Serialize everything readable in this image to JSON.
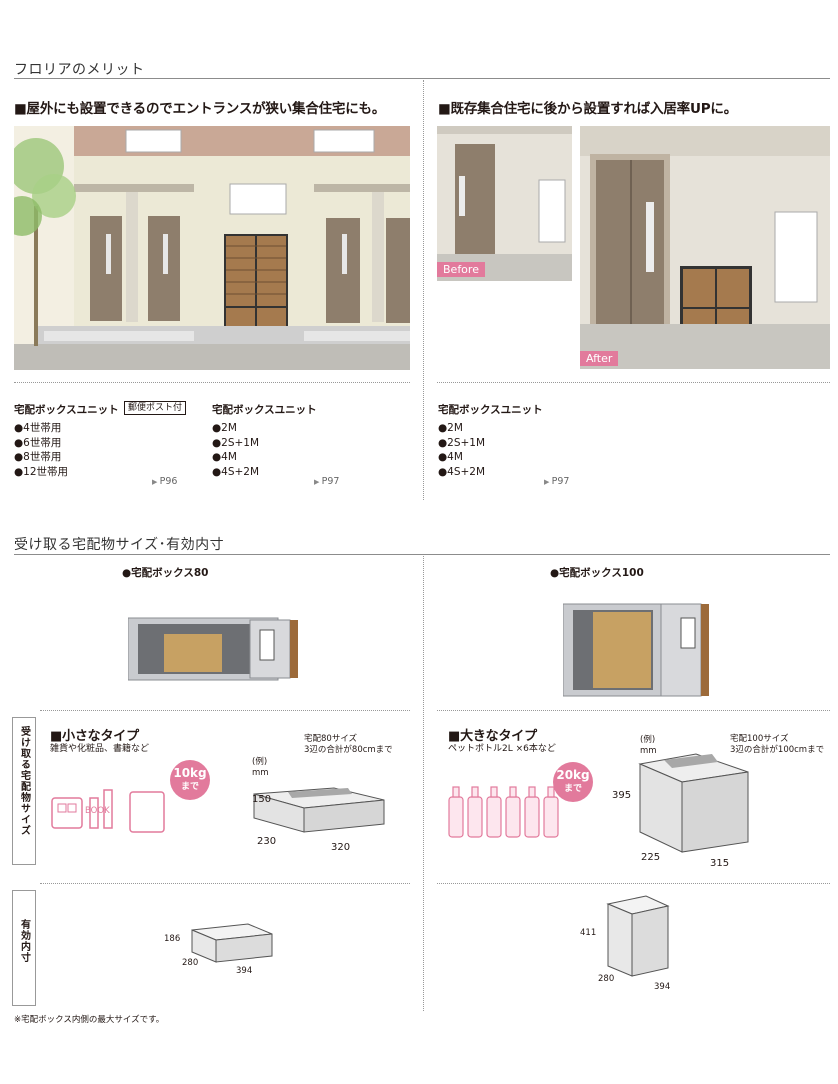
{
  "merit": {
    "title": "フロリアのメリット",
    "left_headline": "■屋外にも設置できるのでエントランスが狭い集合住宅にも。",
    "right_headline": "■既存集合住宅に後から設置すれば入居率UPに。",
    "before_label": "Before",
    "after_label": "After",
    "col1": {
      "label": "宅配ボックスユニット",
      "badge": "郵便ポスト付",
      "items": [
        "●4世帯用",
        "●6世帯用",
        "●8世帯用",
        "●12世帯用"
      ],
      "ref": "P96"
    },
    "col2": {
      "label": "宅配ボックスユニット",
      "items": [
        "●2M",
        "●2S+1M",
        "●4M",
        "●4S+2M"
      ],
      "ref": "P97"
    },
    "col3": {
      "label": "宅配ボックスユニット",
      "items": [
        "●2M",
        "●2S+1M",
        "●4M",
        "●4S+2M"
      ],
      "ref": "P97"
    }
  },
  "sizes": {
    "title": "受け取る宅配物サイズ･有効内寸",
    "box80_label": "●宅配ボックス80",
    "box100_label": "●宅配ボックス100",
    "side_label_receive": "受け取る宅配物サイズ",
    "side_label_inner": "有効内寸",
    "small": {
      "title": "■小さなタイプ",
      "desc": "雑貨や化粧品、書籍など",
      "weight_num": "10kg",
      "weight_suffix": "まで",
      "book_label": "BOOK",
      "example": "(例)",
      "unit": "mm",
      "spec1": "宅配80サイズ",
      "spec2": "3辺の合計が80cmまで",
      "h": "150",
      "d": "230",
      "w": "320"
    },
    "large": {
      "title": "■大きなタイプ",
      "desc": "ペットボトル2L ×6本など",
      "weight_num": "20kg",
      "weight_suffix": "まで",
      "example": "(例)",
      "unit": "mm",
      "spec1": "宅配100サイズ",
      "spec2": "3辺の合計が100cmまで",
      "h": "395",
      "d": "225",
      "w": "315"
    },
    "inner80": {
      "h": "186",
      "d": "280",
      "w": "394"
    },
    "inner100": {
      "h": "411",
      "d": "280",
      "w": "394"
    },
    "footnote": "※宅配ボックス内側の最大サイズです。"
  }
}
